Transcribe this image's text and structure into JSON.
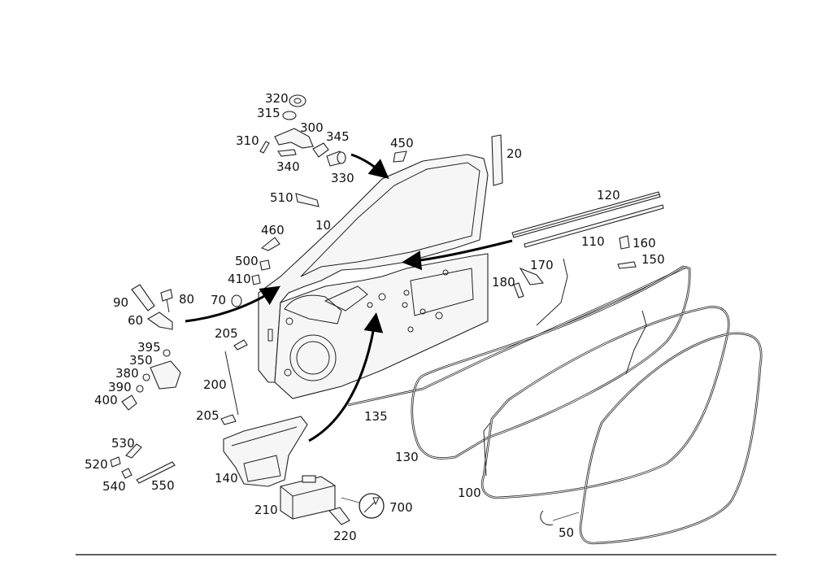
{
  "labels": {
    "p10": "10",
    "p20": "20",
    "p50": "50",
    "p60": "60",
    "p70": "70",
    "p80": "80",
    "p90": "90",
    "p100": "100",
    "p110": "110",
    "p120": "120",
    "p130": "130",
    "p135": "135",
    "p140": "140",
    "p150": "150",
    "p160": "160",
    "p170": "170",
    "p180": "180",
    "p200": "200",
    "p205a": "205",
    "p205b": "205",
    "p210": "210",
    "p220": "220",
    "p300": "300",
    "p310": "310",
    "p315": "315",
    "p320": "320",
    "p330": "330",
    "p340": "340",
    "p345": "345",
    "p350": "350",
    "p380": "380",
    "p390": "390",
    "p395": "395",
    "p400": "400",
    "p410": "410",
    "p450": "450",
    "p460": "460",
    "p500": "500",
    "p510": "510",
    "p520": "520",
    "p530": "530",
    "p540": "540",
    "p550": "550",
    "p700": "700"
  }
}
